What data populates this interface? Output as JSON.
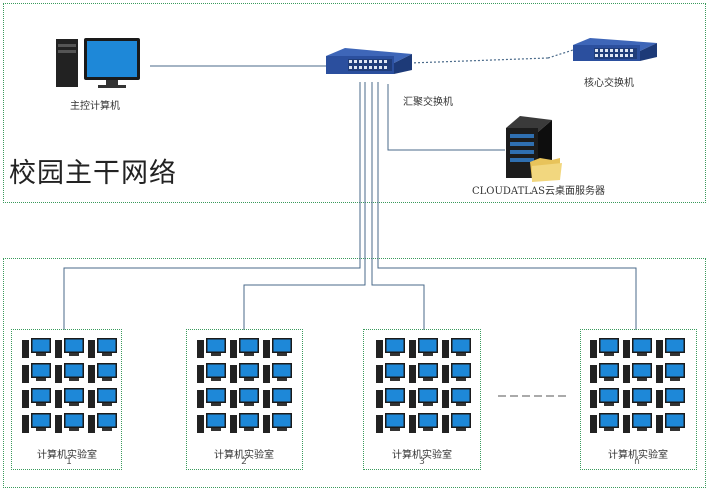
{
  "backbone": {
    "title": "校园主干网络",
    "main_pc_label": "主控计算机",
    "agg_switch_label": "汇聚交换机",
    "core_switch_label": "核心交换机",
    "server_label": "CLOUDATLAS云桌面服务器"
  },
  "labs": [
    {
      "caption": "计算机实验室",
      "number": "1"
    },
    {
      "caption": "计算机实验室",
      "number": "2"
    },
    {
      "caption": "计算机实验室",
      "number": "3"
    },
    {
      "caption": "计算机实验室",
      "number": "n"
    }
  ],
  "colors": {
    "zone_border": "#3a9a5c",
    "switch_body": "#2b4f9e",
    "monitor_screen": "#1e88d8",
    "line": "#4a6a8a"
  },
  "icons": [
    "desktop-computer-icon",
    "network-switch-icon",
    "server-icon",
    "folder-icon"
  ]
}
